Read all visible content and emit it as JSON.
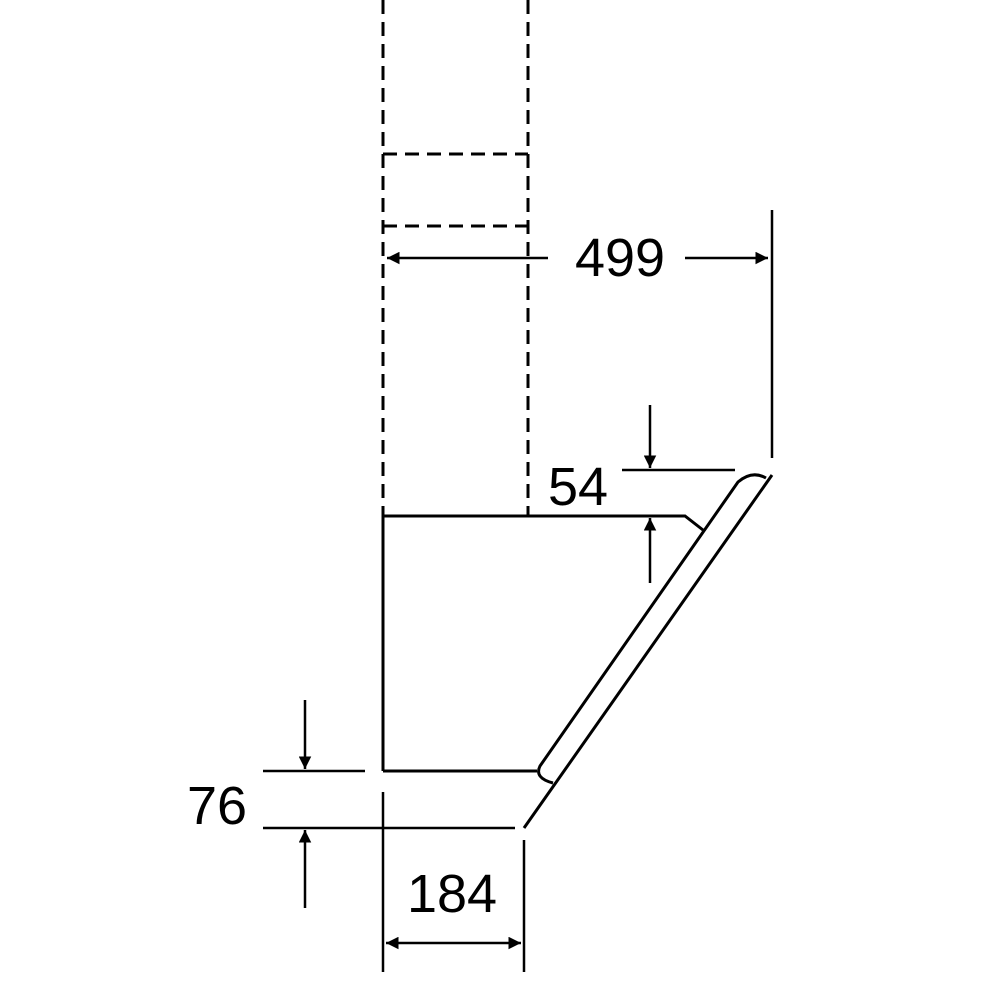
{
  "dimensions": {
    "width": "499",
    "glass_offset": "54",
    "bottom_height": "76",
    "depth": "184"
  }
}
